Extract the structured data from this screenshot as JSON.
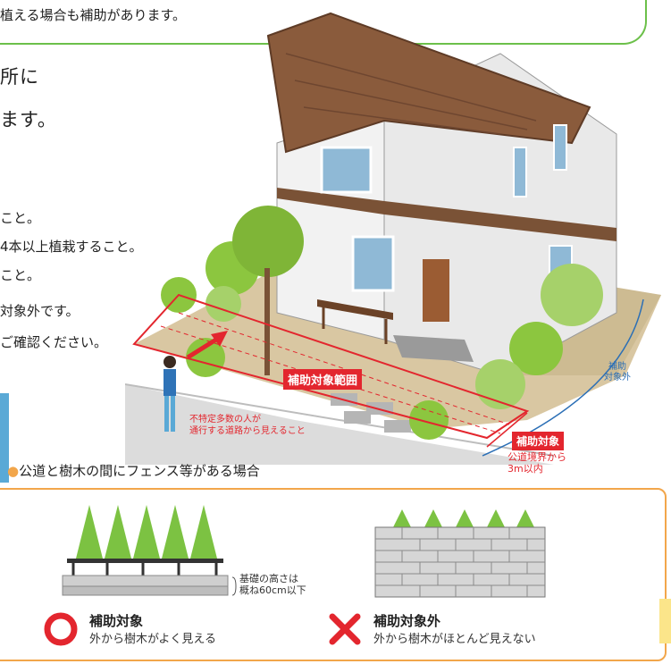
{
  "top": {
    "banner_text": "植える場合も補助があります。"
  },
  "left_text": {
    "line1": "所に",
    "line2": "ます。",
    "items": [
      "こと。",
      "4本以上植栽すること。",
      "こと。",
      "対象外です。",
      "ご確認ください。"
    ]
  },
  "illustration": {
    "range_label": "補助対象範囲",
    "road_note": [
      "不特定多数の人が",
      "通行する道路から見えること"
    ],
    "target_label": "補助対象",
    "target_note": [
      "公道境界から",
      "3m以内"
    ],
    "outside_note": [
      "補助",
      "対象外"
    ]
  },
  "fence_section": {
    "heading": "公道と樹木の間にフェンス等がある場合",
    "base_note": [
      "基礎の高さは",
      "概ね60cm以下"
    ],
    "ok_title": "補助対象",
    "ok_sub": "外から樹木がよく見える",
    "ng_title": "補助対象外",
    "ng_sub": "外から樹木がほとんど見えない"
  },
  "colors": {
    "green": "#6cc04a",
    "red": "#e3262e",
    "orange": "#f2a64b",
    "blue": "#2b6fb6"
  }
}
